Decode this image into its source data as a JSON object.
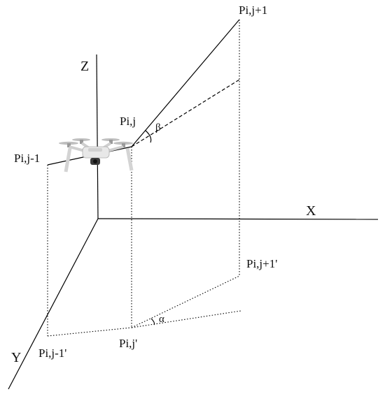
{
  "axes": {
    "x": "X",
    "y": "Y",
    "z": "Z"
  },
  "points": {
    "prev": "Pi,j-1",
    "current": "Pi,j",
    "next": "Pi,j+1",
    "prev_proj": "Pi,j-1'",
    "current_proj": "Pi,j'",
    "next_proj": "Pi,j+1'"
  },
  "angles": {
    "beta": "β",
    "alpha": "α"
  },
  "icons": {
    "drone": "drone-icon"
  },
  "colors": {
    "line": "#000000",
    "drone_body": "#e8e8e8",
    "drone_dark": "#3a3a3a"
  }
}
